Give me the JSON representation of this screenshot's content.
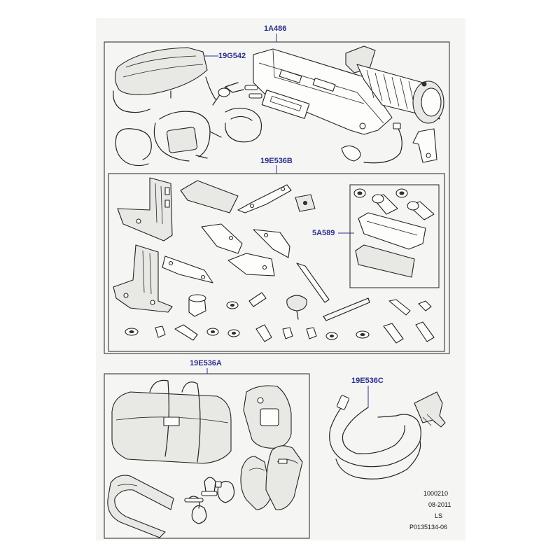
{
  "callouts": {
    "main_kit": "1A486",
    "winch_cover": "19G542",
    "mounting_kit": "19E536B",
    "sub_kit": "5A589",
    "accessory_kit": "19E536A",
    "remote_control": "19E536C"
  },
  "footer": {
    "illustration_number": "1000210",
    "date": "08-2011",
    "model_code": "LS",
    "part_code": "P0135134-06"
  },
  "colors": {
    "callout_text": "#2b2f8f",
    "line_art": "#222222",
    "sheet_background": "#f5f5f3"
  }
}
